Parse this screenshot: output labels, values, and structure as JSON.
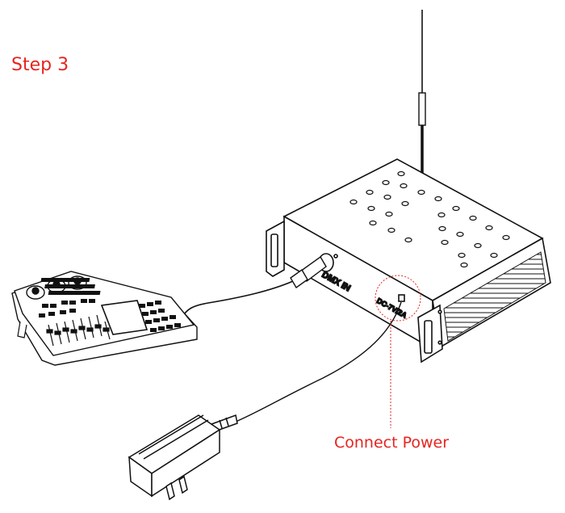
{
  "step": {
    "title": "Step 3"
  },
  "device": {
    "dmx_port_label": "DMX IN",
    "power_port_label": "DC-7V/2A"
  },
  "callout": {
    "label": "Connect Power",
    "color": "#e52521"
  },
  "colors": {
    "accent": "#e52521",
    "line": "#111111"
  }
}
